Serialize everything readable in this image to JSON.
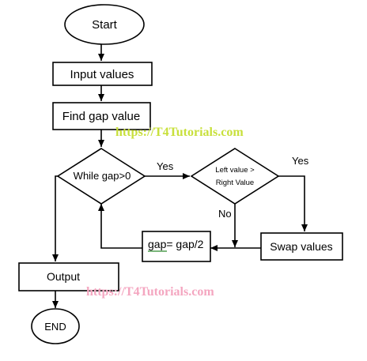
{
  "nodes": {
    "start": "Start",
    "input": "Input values",
    "find_gap": "Find gap value",
    "while_gap": "While gap>0",
    "compare_line1": "Left value >",
    "compare_line2": "Right Value",
    "swap": "Swap values",
    "halve_gap": "gap= gap/2",
    "output": "Output",
    "end": "END"
  },
  "edge_labels": {
    "while_yes": "Yes",
    "compare_yes": "Yes",
    "compare_no": "No"
  },
  "watermarks": {
    "top": "https://T4Tutorials.com",
    "bottom": "https://T4Tutorials.com"
  },
  "colors": {
    "watermark_top": "#c8e03c",
    "watermark_bottom": "#f4a6c0"
  }
}
